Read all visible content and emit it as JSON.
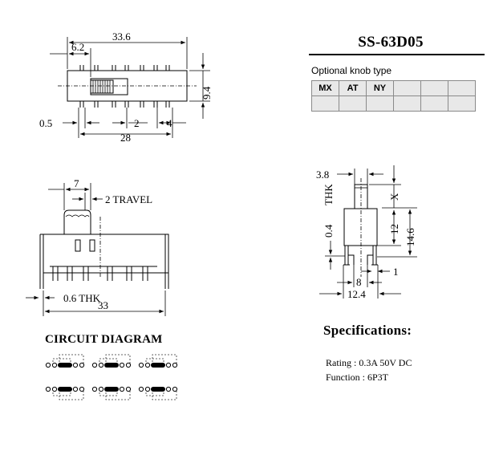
{
  "header": {
    "model": "SS-63D05",
    "knob_label": "Optional knob type",
    "knob_types": [
      "MX",
      "AT",
      "NY",
      "",
      "",
      ""
    ]
  },
  "top_view": {
    "overall_length": "33.6",
    "knob_offset": "6.2",
    "height": "9.4",
    "pin_offset": "0.5",
    "pin_pitch": "2",
    "end_spacing": "4",
    "pin_span": "28"
  },
  "front_view": {
    "knob_width": "7",
    "travel": "2 TRAVEL",
    "plate_thickness": "0.6 THK",
    "body_length": "33"
  },
  "side_view": {
    "knob_thk": "3.8",
    "thk_label": "THK",
    "knob_height": "X",
    "pin_thk": "0.4",
    "body_height": "12",
    "total_height": "14.6",
    "pin_width": "1",
    "pin_spacing": "8",
    "pin_span": "12.4"
  },
  "specifications": {
    "title": "Specifications:",
    "rating": "Rating : 0.3A 50V DC",
    "function": "Function : 6P3T"
  },
  "circuit": {
    "title": "CIRCUIT DIAGRAM",
    "groups": 3
  }
}
